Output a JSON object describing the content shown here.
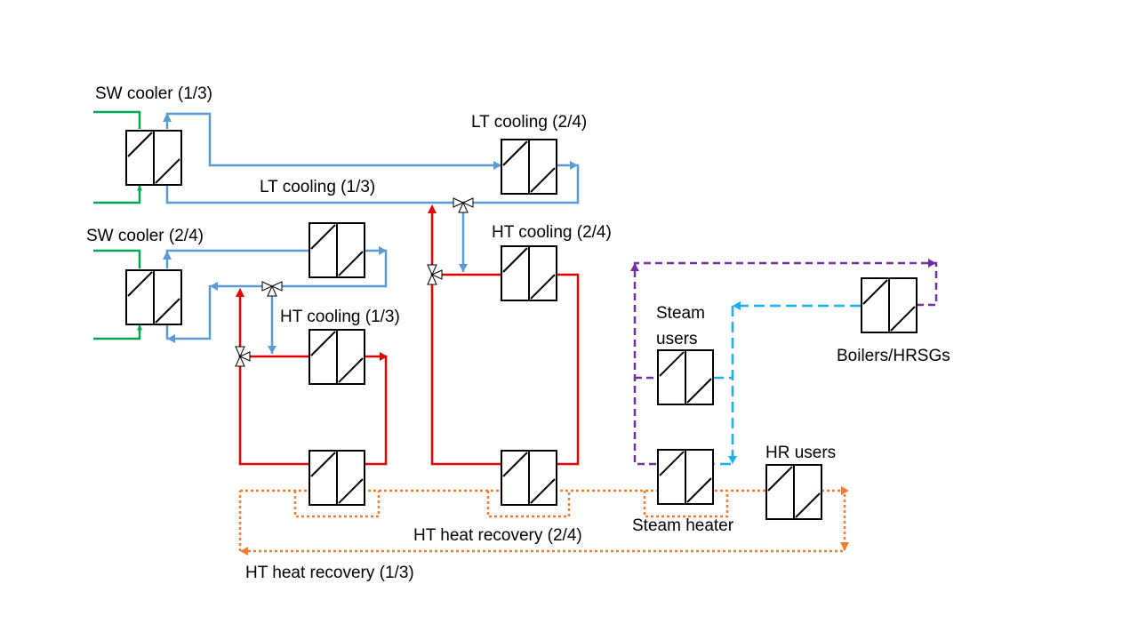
{
  "labels": {
    "sw_cooler_1_3": "SW cooler (1/3)",
    "sw_cooler_2_4": "SW cooler (2/4)",
    "lt_cooling_2_4": "LT cooling (2/4)",
    "lt_cooling_1_3": "LT cooling (1/3)",
    "ht_cooling_2_4": "HT cooling (2/4)",
    "ht_cooling_1_3": "HT cooling (1/3)",
    "steam_users_line1": "Steam",
    "steam_users_line2": "users",
    "boilers": "Boilers/HRSGs",
    "hr_users": "HR users",
    "steam_heater": "Steam heater",
    "ht_heat_recovery_2_4": "HT heat recovery (2/4)",
    "ht_heat_recovery_1_3": "HT heat recovery (1/3)"
  },
  "colors": {
    "seawater": "#00A651",
    "lt_cooling": "#5B9BD5",
    "ht_cooling": "#E00000",
    "heat_recovery": "#ED7D31",
    "steam": "#1CB0E8",
    "boiler_loop": "#7030A0"
  },
  "icons": {
    "heat_exchanger": "heat-exchanger-icon",
    "three_way_valve": "three-way-valve-icon"
  }
}
